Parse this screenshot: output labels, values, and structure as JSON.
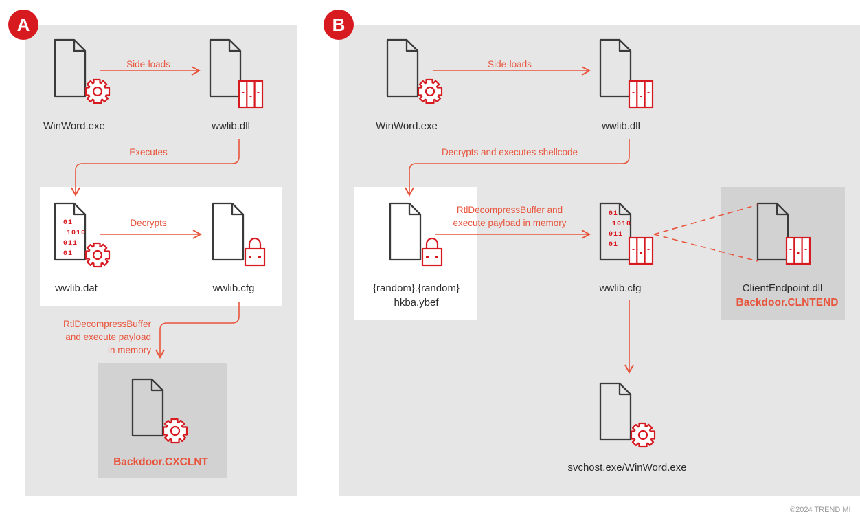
{
  "panels": {
    "a_badge": "A",
    "b_badge": "B"
  },
  "panel_a": {
    "edge_sideloads": "Side-loads",
    "node_winword": "WinWord.exe",
    "node_wwlib_dll": "wwlib.dll",
    "edge_executes": "Executes",
    "edge_decrypts": "Decrypts",
    "node_wwlib_dat": "wwlib.dat",
    "node_wwlib_cfg": "wwlib.cfg",
    "edge_rtl_1": "RtlDecompressBuffer",
    "edge_rtl_2": "and execute payload",
    "edge_rtl_3": "in memory",
    "node_backdoor": "Backdoor.CXCLNT"
  },
  "panel_b": {
    "edge_sideloads": "Side-loads",
    "node_winword": "WinWord.exe",
    "node_wwlib_dll": "wwlib.dll",
    "edge_decrypts_exec": "Decrypts and executes shellcode",
    "node_random_1": "{random}.{random}",
    "node_random_2": "hkba.ybef",
    "edge_rtl_1": "RtlDecompressBuffer and",
    "edge_rtl_2": "execute payload in memory",
    "node_wwlib_cfg": "wwlib.cfg",
    "node_client_dll": "ClientEndpoint.dll",
    "node_backdoor": "Backdoor.CLNTEND",
    "node_svchost": "svchost.exe/WinWord.exe"
  },
  "footer": {
    "copyright": "©2024 TREND MI"
  },
  "colors": {
    "accent": "#e8553d",
    "brand_red": "#d71920",
    "panel": "#e6e6e6",
    "highlight": "#d2d2d3",
    "icon": "#3a3a3a"
  },
  "icons": [
    "document-gear-icon",
    "document-dll-icon",
    "document-binary-gear-icon",
    "document-lock-icon",
    "document-binary-dll-icon"
  ]
}
